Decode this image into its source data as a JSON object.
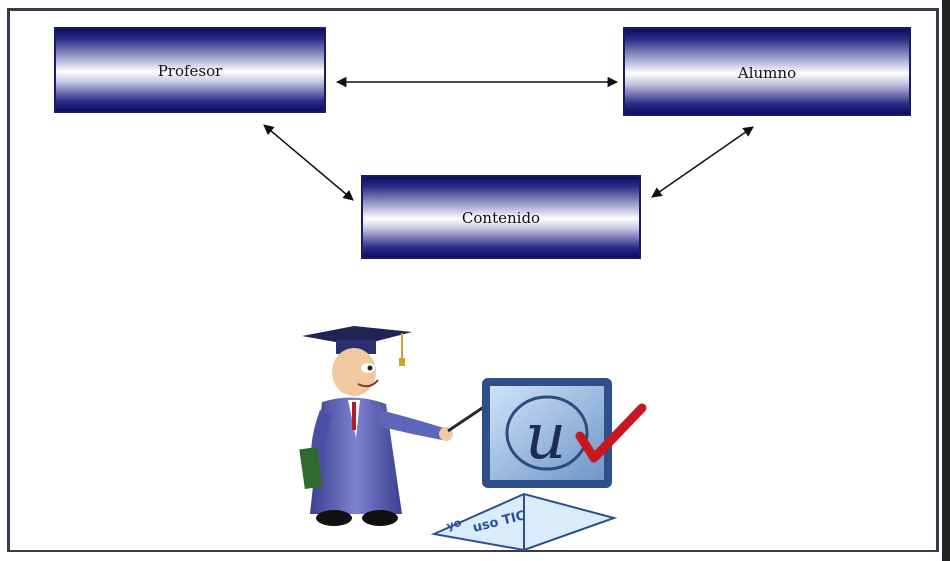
{
  "nodes": {
    "profesor": "Profesor",
    "alumno": "Alumno",
    "contenido": "Contenido"
  },
  "edges": [
    {
      "from": "Profesor",
      "to": "Alumno",
      "arrows": "both"
    },
    {
      "from": "Profesor",
      "to": "Contenido",
      "arrows": "both"
    },
    {
      "from": "Alumno",
      "to": "Contenido",
      "arrows": "both"
    }
  ],
  "illustration": {
    "subject": "graduate-teacher-pointing-at-computer",
    "book_text": "uso TIC",
    "book_text_small": "yo",
    "logo_letter": "u"
  }
}
